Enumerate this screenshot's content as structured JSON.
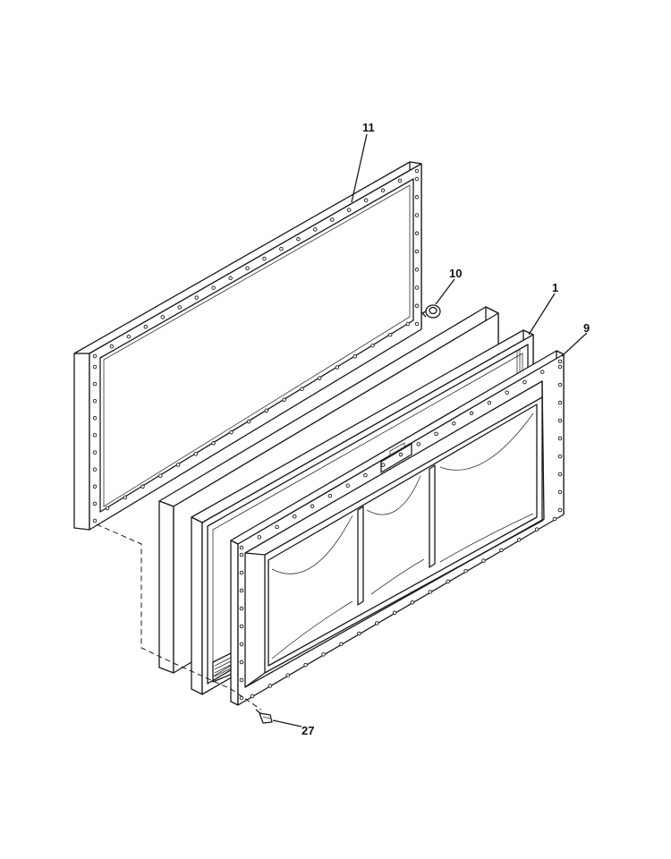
{
  "diagram": {
    "callouts": [
      {
        "id": "11",
        "label": "11"
      },
      {
        "id": "10",
        "label": "10"
      },
      {
        "id": "1",
        "label": "1"
      },
      {
        "id": "9",
        "label": "9"
      },
      {
        "id": "27",
        "label": "27"
      }
    ],
    "colors": {
      "line": "#1a1a1a",
      "background": "#ffffff"
    }
  }
}
